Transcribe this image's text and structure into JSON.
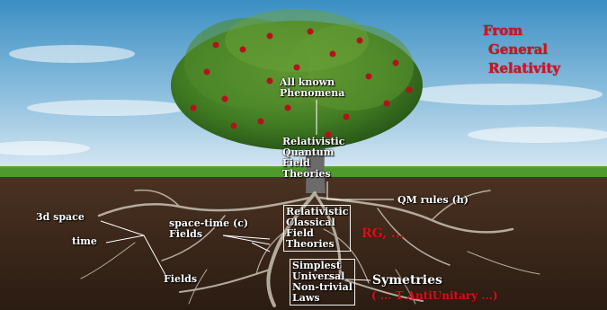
{
  "colors": {
    "sky_top": "#3b8fc4",
    "sky_bottom": "#dbeaf4",
    "grass": "#4e9a2c",
    "soil": "#3a271b",
    "roots": "#c9c2b4",
    "accent_red": "#d8101b",
    "text": "#ffffff"
  },
  "labels": {
    "from_gr": [
      "From",
      "General",
      "Relativity"
    ],
    "all_known": [
      "All known",
      "Phenomena"
    ],
    "rqft": [
      "Relativistic",
      "Quantum",
      "Field",
      "Theories"
    ],
    "qm_rules": "QM rules (h)",
    "three_d_space": "3d space",
    "time": "time",
    "spacetime_c": "space-time (c)",
    "fields_1": "Fields",
    "fields_2": "Fields",
    "rcft": [
      "Relativistic",
      "Classical",
      "Field",
      "Theories"
    ],
    "rg": "RG, ...",
    "simplest": [
      "Simplest",
      "Universal",
      "Non-trivial",
      "Laws"
    ],
    "symetries": "Symetries",
    "t_antiunitary": "( ... T AntiUnitary ...)"
  }
}
